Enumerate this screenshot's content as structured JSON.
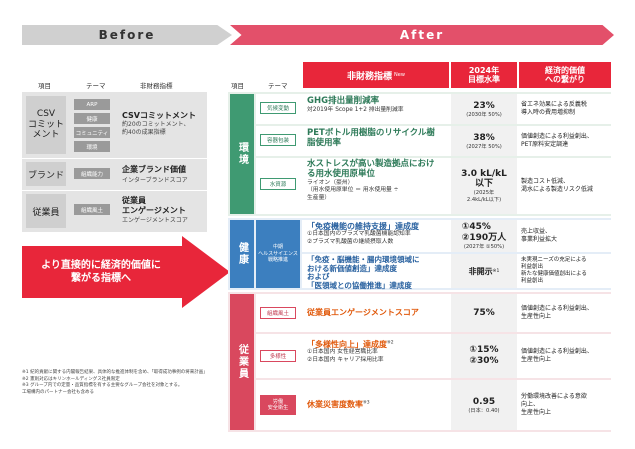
{
  "banners": {
    "before": "Before",
    "after": "After"
  },
  "before": {
    "headers": [
      "項目",
      "テーマ",
      "非財務指標"
    ],
    "rows": [
      {
        "item": "CSV\nコミットメント",
        "themes": [
          "ARP",
          "健康",
          "コミュニティ",
          "環境"
        ],
        "title": "CSVコミットメント",
        "sub": "約20のコミットメント、\n約40の成果指標"
      },
      {
        "item": "ブランド",
        "themes": [
          "組織能力"
        ],
        "title": "企業ブランド価値",
        "sub": "インターブランドスコア"
      },
      {
        "item": "従業員",
        "themes": [
          "組織風土"
        ],
        "title": "従業員\nエンゲージメント",
        "sub": "エンゲージメントスコア"
      }
    ]
  },
  "arrow_text": "より直接的に経済的価値に\n繋がる指標へ",
  "footnotes": [
    "※1 紀的貢献に関する内閣報告結果、具体的な推進体制を含め、「取得成功事例の将来計画」",
    "※2 憲則対応はキリンホールディングス社員限定",
    "※3 グループ内での定量・品質指標を有する主要なグループ会社を対象とする。",
    "工場構内のパートナー会社も含める"
  ],
  "after": {
    "headers": {
      "item": "項目",
      "theme": "テーマ",
      "metric": "非財務指標",
      "metric_new": "New",
      "target": "2024年\n目標水準",
      "eco": "経済的価値\nへの繋がり"
    },
    "sections": [
      {
        "label": "環境",
        "color": "#3f9a72",
        "bg": "#e6f0e9",
        "theme_border": "#3f9a72",
        "rows": [
          {
            "theme": "気候変動",
            "metric": "GHG排出量削減率",
            "sub": "対2019年 Scope 1+2 排出量削減率",
            "target": "23%",
            "target_sub": "(2030年 50%)",
            "eco": "省エネ効果による反義税\n導入時の費用増抑制"
          },
          {
            "theme": "容器包装",
            "metric": "PETボトル用樹脂のリサイクル樹\n脂使用率",
            "sub": "",
            "target": "38%",
            "target_sub": "(2027年 50%)",
            "eco": "価値創造による利益創出、\nPET原料安定調達"
          },
          {
            "theme": "水資源",
            "metric": "水ストレスが高い製造拠点におけ\nる用水使用原単位",
            "sub": "ライオン（豪州）\n（用水使用原単位 ＝ 用水使用量 ÷\n生産量）",
            "target": "3.0 kL/kL\n以下",
            "target_sub": "(2025年\n2.4kL/kL以下)",
            "eco": "製造コスト低減、\n渇水による製造リスク低減"
          }
        ]
      },
      {
        "label": "健康",
        "color": "#3c7fbf",
        "bg": "#e4edf7",
        "theme_border": "#3c7fbf",
        "rows": [
          {
            "theme": "中期\nヘルスサイエンス\n戦略推進",
            "metric": "「免疫機能の維持支援」達成度",
            "sub": "①日本国内のプラズマ乳酸菌機能認知率\n②プラズマ乳酸菌の継続摂取人数",
            "target": "①45%\n②190万人",
            "target_sub": "(2027年 ①50%)",
            "eco": "売上収益、\n事業利益拡大"
          },
          {
            "theme": "",
            "metric": "「免疫・脳機能・腸内環境領域に\nおける新価値創造」達成度",
            "sub": "および\n「医領域との協働推進」達成度",
            "target": "非開示",
            "target_sub": "※1",
            "eco": "未実現ニーズの充足による\n利益創出\n新たな健康価値創出による\n利益創出"
          }
        ]
      },
      {
        "label": "従業員",
        "color": "#d9485e",
        "bg": "#f6e3e6",
        "theme_border": "#d9485e",
        "rows": [
          {
            "theme": "組織風土",
            "metric": "従業員エンゲージメントスコア",
            "sub": "",
            "target": "75%",
            "target_sub": "",
            "eco": "価値創造による利益創出、\n生産性向上"
          },
          {
            "theme": "多様性",
            "metric": "「多様性向上」達成度",
            "metric_note": "※2",
            "sub": "①日本国内 女性経営職比率\n②日本国内 キャリア採用比率",
            "target": "①15%\n②30%",
            "target_sub": "",
            "eco": "価値創造による利益創出、\n生産性向上"
          },
          {
            "theme": "労働\n安全衛生",
            "metric": "休業災害度数率",
            "metric_note": "※3",
            "sub": "",
            "target": "0.95",
            "target_sub": "(日本：0.40)",
            "eco": "労働環境改善による意欲\n向上、\n生産性向上"
          }
        ]
      }
    ]
  },
  "colors": {
    "accent": "#e8263a",
    "banner_after": "#e3506a",
    "env": "#3f9a72",
    "health": "#3c7fbf",
    "employee": "#d9485e"
  }
}
